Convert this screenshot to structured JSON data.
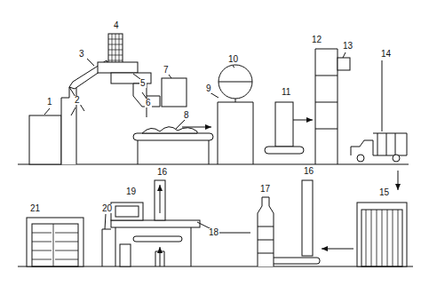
{
  "diagram": {
    "labels": [
      "1",
      "2",
      "3",
      "4",
      "5",
      "6",
      "7",
      "8",
      "9",
      "10",
      "11",
      "12",
      "13",
      "14",
      "15",
      "16",
      "17",
      "18",
      "19",
      "16",
      "20",
      "21"
    ]
  }
}
